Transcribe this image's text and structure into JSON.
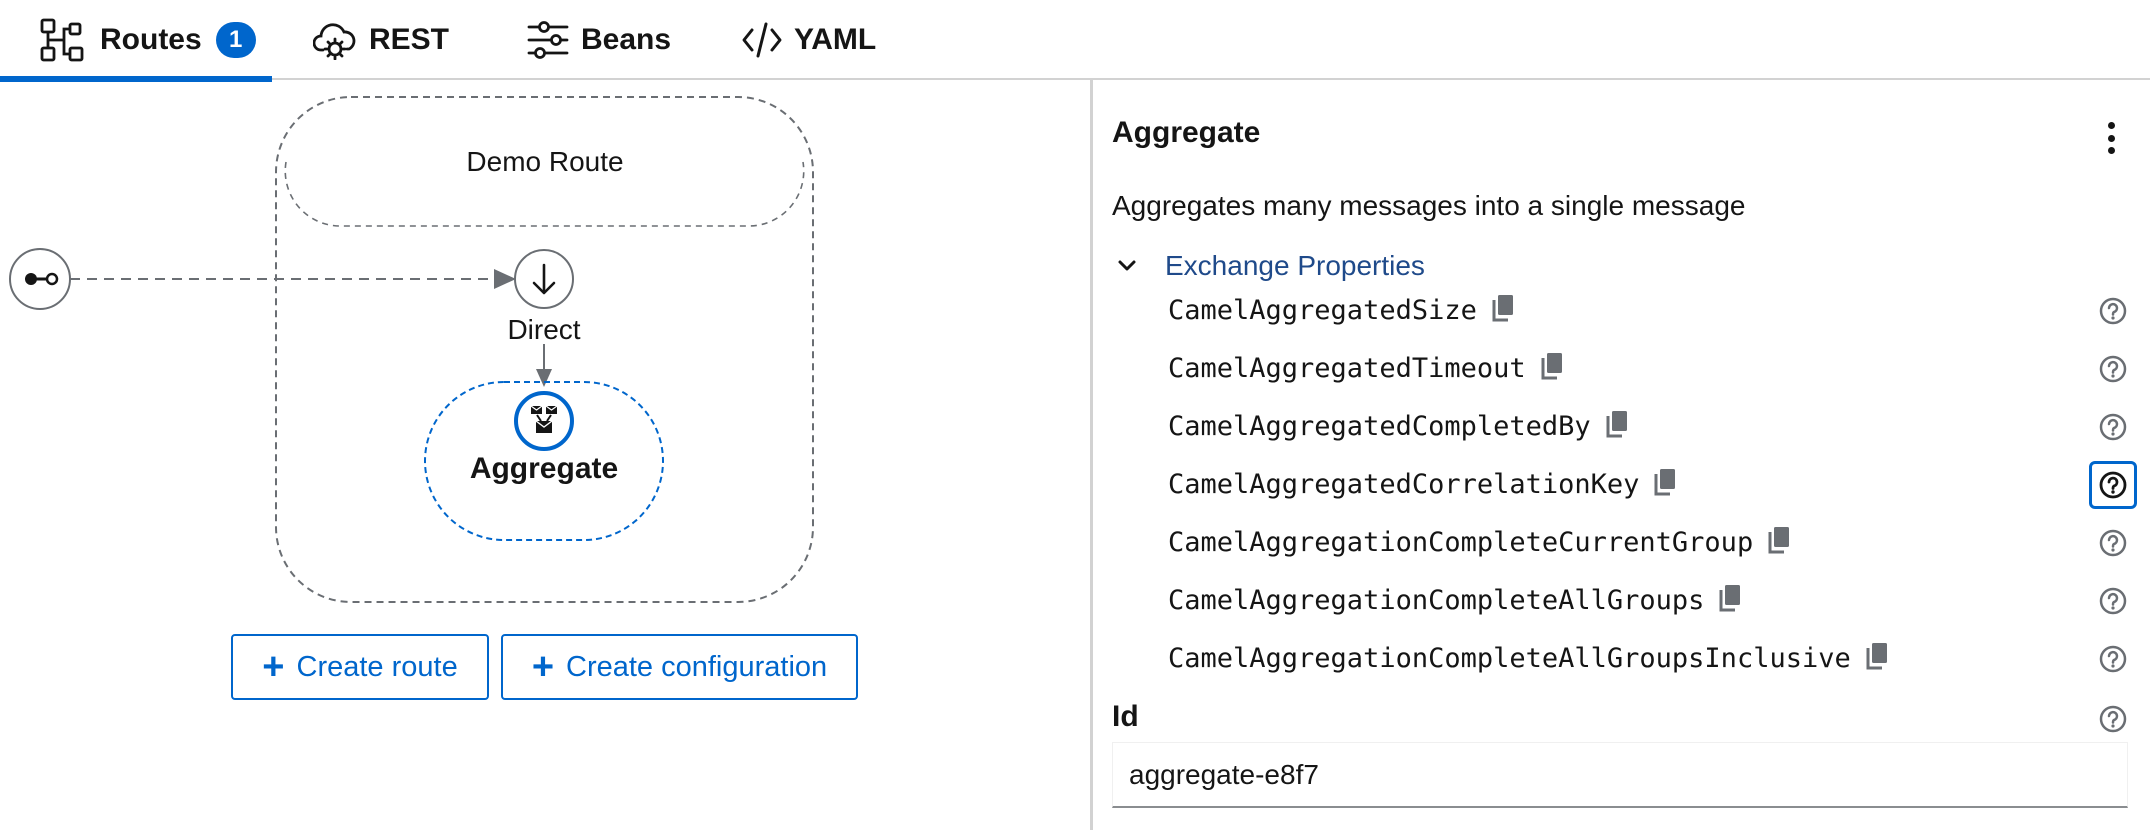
{
  "tabs": [
    {
      "label": "Routes",
      "icon": "topology-icon",
      "badge": "1",
      "active": true
    },
    {
      "label": "REST",
      "icon": "cloud-gear-icon"
    },
    {
      "label": "Beans",
      "icon": "sliders-icon"
    },
    {
      "label": "YAML",
      "icon": "code-icon"
    }
  ],
  "canvas": {
    "route_name": "Demo Route",
    "steps": [
      {
        "label": "Direct",
        "icon": "arrow-down-icon"
      },
      {
        "label": "Aggregate",
        "icon": "aggregate-icon",
        "selected": true
      }
    ],
    "create_route_label": "Create route",
    "create_configuration_label": "Create configuration"
  },
  "panel": {
    "title": "Aggregate",
    "description": "Aggregates many messages into a single message",
    "exchange_properties_label": "Exchange Properties",
    "exchange_properties": [
      "CamelAggregatedSize",
      "CamelAggregatedTimeout",
      "CamelAggregatedCompletedBy",
      "CamelAggregatedCorrelationKey",
      "CamelAggregationCompleteCurrentGroup",
      "CamelAggregationCompleteAllGroups",
      "CamelAggregationCompleteAllGroupsInclusive"
    ],
    "id_label": "Id",
    "id_value": "aggregate-e8f7"
  },
  "colors": {
    "accent": "#0066cc",
    "link": "#1f4a8a",
    "border": "#d2d2d2"
  }
}
